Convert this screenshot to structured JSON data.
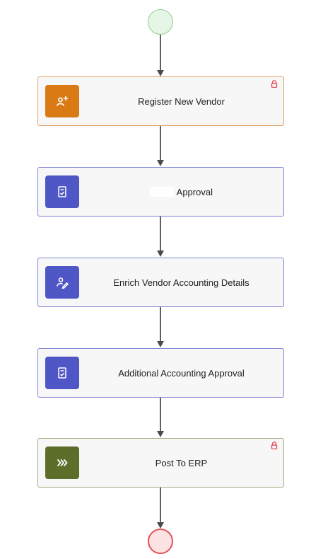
{
  "diagram": {
    "start_event": {
      "icon": "start-event-circle"
    },
    "end_event": {
      "icon": "end-event-circle"
    },
    "tasks": [
      {
        "label": "Register New Vendor",
        "icon": "add-user-icon",
        "color": "#d97a14",
        "locked": true
      },
      {
        "label": "Approval",
        "icon": "approval-document-icon",
        "color": "#4f56c6",
        "locked": false
      },
      {
        "label": "Enrich Vendor Accounting Details",
        "icon": "edit-user-icon",
        "color": "#4f56c6",
        "locked": false
      },
      {
        "label": "Additional Accounting Approval",
        "icon": "approval-document-icon",
        "color": "#4f56c6",
        "locked": false
      },
      {
        "label": "Post To ERP",
        "icon": "chevrons-right-icon",
        "color": "#5d6e2b",
        "locked": true
      }
    ],
    "lock_icon": "lock-icon"
  }
}
